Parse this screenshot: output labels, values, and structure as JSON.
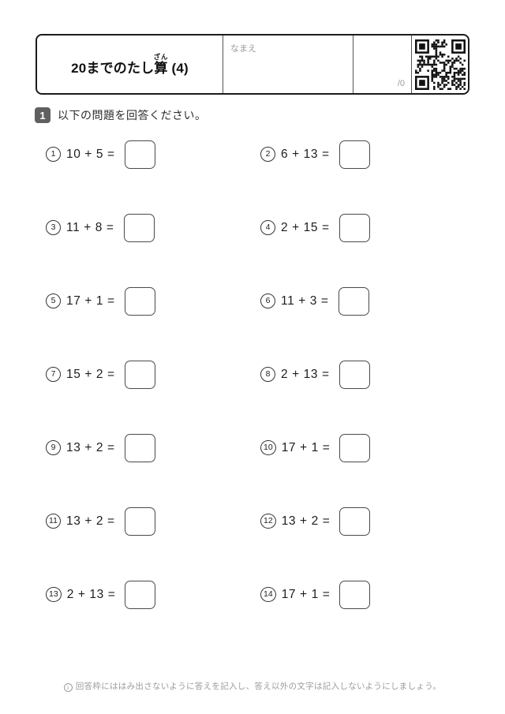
{
  "header": {
    "title_prefix": "20までのたし",
    "title_base": "算",
    "title_ruby": "ざん",
    "title_suffix": " (4)",
    "name_label": "なまえ",
    "score_text": "/0",
    "qr_icon": "qr-code"
  },
  "section": {
    "number": "1",
    "instruction": "以下の問題を回答ください。"
  },
  "problems": [
    {
      "number": "1",
      "expression": "10 + 5 ="
    },
    {
      "number": "2",
      "expression": "6 + 13 ="
    },
    {
      "number": "3",
      "expression": "11 + 8 ="
    },
    {
      "number": "4",
      "expression": "2 + 15 ="
    },
    {
      "number": "5",
      "expression": "17 + 1 ="
    },
    {
      "number": "6",
      "expression": "11 + 3 ="
    },
    {
      "number": "7",
      "expression": "15 + 2 ="
    },
    {
      "number": "8",
      "expression": "2 + 13 ="
    },
    {
      "number": "9",
      "expression": "13 + 2 ="
    },
    {
      "number": "10",
      "expression": "17 + 1 ="
    },
    {
      "number": "11",
      "expression": "13 + 2 ="
    },
    {
      "number": "12",
      "expression": "13 + 2 ="
    },
    {
      "number": "13",
      "expression": "2 + 13 ="
    },
    {
      "number": "14",
      "expression": "17 + 1 ="
    }
  ],
  "footer": {
    "icon": "info-icon",
    "note": "回答枠にははみ出さないように答えを記入し、答え以外の文字は記入しないようにしましょう。"
  },
  "colors": {
    "border_dark": "#1c1c1c",
    "badge_bg": "#606060",
    "muted_text": "#9b9b9b",
    "text": "#1d1d1f",
    "qr": "#111111"
  }
}
